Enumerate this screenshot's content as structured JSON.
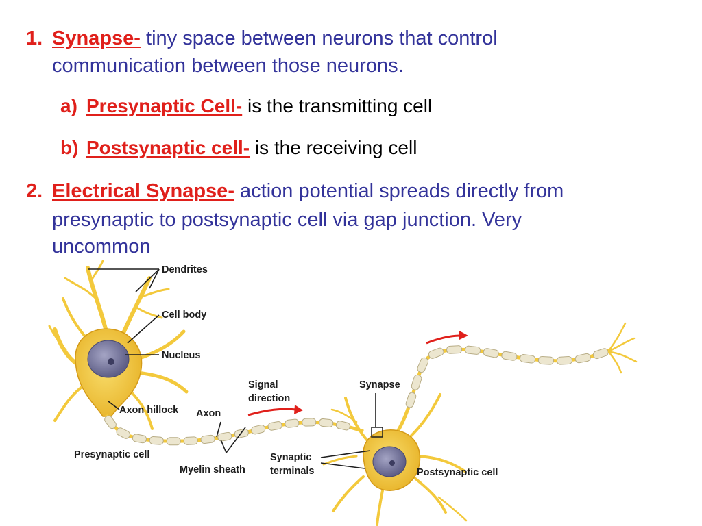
{
  "text": {
    "item1": {
      "number": "1.",
      "term": "Synapse-",
      "line1": " tiny space between neurons that control",
      "line2": "communication between those neurons."
    },
    "item1a": {
      "letter": "a)",
      "term": "Presynaptic Cell-",
      "text": " is the transmitting cell"
    },
    "item1b": {
      "letter": "b)",
      "term": "Postsynaptic cell-",
      "text": " is the receiving cell"
    },
    "item2": {
      "number": "2.",
      "term": "Electrical Synapse-",
      "line1": " action potential spreads directly from",
      "line2": "presynaptic to postsynaptic cell via gap junction.  Very",
      "line3": "uncommon"
    }
  },
  "diagram": {
    "labels": {
      "dendrites": "Dendrites",
      "cell_body": "Cell body",
      "nucleus": "Nucleus",
      "axon_hillock": "Axon hillock",
      "axon": "Axon",
      "signal_line1": "Signal",
      "signal_line2": "direction",
      "synapse": "Synapse",
      "presynaptic_cell": "Presynaptic cell",
      "myelin_sheath": "Myelin sheath",
      "synaptic_line1": "Synaptic",
      "synaptic_line2": "terminals",
      "postsynaptic_cell": "Postsynaptic cell"
    },
    "colors": {
      "cell": "#f3c93c",
      "cell_edge": "#d49a18",
      "nucleus": "#7f7fa6",
      "myelin": "#ece6cf",
      "arrow": "#e0201b",
      "leader": "#1e1e1e"
    }
  }
}
